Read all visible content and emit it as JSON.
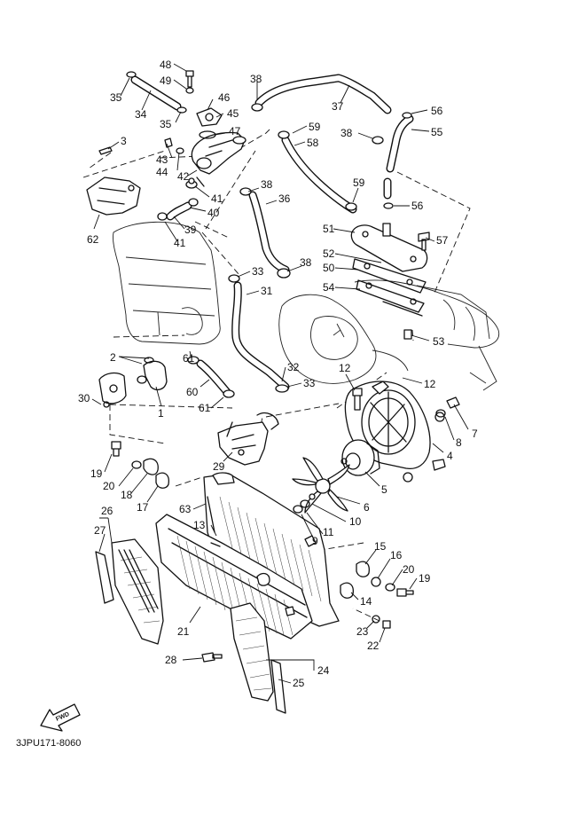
{
  "drawing_code": "3JPU171-8060",
  "fwd_label": "FWD",
  "callouts": [
    {
      "id": "48",
      "label": "48"
    },
    {
      "id": "49",
      "label": "49"
    },
    {
      "id": "35a",
      "label": "35"
    },
    {
      "id": "34",
      "label": "34"
    },
    {
      "id": "35b",
      "label": "35"
    },
    {
      "id": "46",
      "label": "46"
    },
    {
      "id": "45",
      "label": "45"
    },
    {
      "id": "47",
      "label": "47"
    },
    {
      "id": "38a",
      "label": "38"
    },
    {
      "id": "37",
      "label": "37"
    },
    {
      "id": "56a",
      "label": "56"
    },
    {
      "id": "55",
      "label": "55"
    },
    {
      "id": "59a",
      "label": "59"
    },
    {
      "id": "58",
      "label": "58"
    },
    {
      "id": "38b",
      "label": "38"
    },
    {
      "id": "3",
      "label": "3"
    },
    {
      "id": "43",
      "label": "43"
    },
    {
      "id": "44",
      "label": "44"
    },
    {
      "id": "42",
      "label": "42"
    },
    {
      "id": "41a",
      "label": "41"
    },
    {
      "id": "40",
      "label": "40"
    },
    {
      "id": "39",
      "label": "39"
    },
    {
      "id": "41b",
      "label": "41"
    },
    {
      "id": "62",
      "label": "62"
    },
    {
      "id": "38c",
      "label": "38"
    },
    {
      "id": "36",
      "label": "36"
    },
    {
      "id": "59b",
      "label": "59"
    },
    {
      "id": "56b",
      "label": "56"
    },
    {
      "id": "51",
      "label": "51"
    },
    {
      "id": "57",
      "label": "57"
    },
    {
      "id": "52",
      "label": "52"
    },
    {
      "id": "50",
      "label": "50"
    },
    {
      "id": "38d",
      "label": "38"
    },
    {
      "id": "33a",
      "label": "33"
    },
    {
      "id": "31",
      "label": "31"
    },
    {
      "id": "54",
      "label": "54"
    },
    {
      "id": "53",
      "label": "53"
    },
    {
      "id": "2",
      "label": "2"
    },
    {
      "id": "61a",
      "label": "61"
    },
    {
      "id": "32",
      "label": "32"
    },
    {
      "id": "12a",
      "label": "12"
    },
    {
      "id": "12b",
      "label": "12"
    },
    {
      "id": "33b",
      "label": "33"
    },
    {
      "id": "60",
      "label": "60"
    },
    {
      "id": "1",
      "label": "1"
    },
    {
      "id": "30",
      "label": "30"
    },
    {
      "id": "61b",
      "label": "61"
    },
    {
      "id": "7",
      "label": "7"
    },
    {
      "id": "8",
      "label": "8"
    },
    {
      "id": "4",
      "label": "4"
    },
    {
      "id": "19a",
      "label": "19"
    },
    {
      "id": "20a",
      "label": "20"
    },
    {
      "id": "18",
      "label": "18"
    },
    {
      "id": "17",
      "label": "17"
    },
    {
      "id": "29",
      "label": "29"
    },
    {
      "id": "5",
      "label": "5"
    },
    {
      "id": "6",
      "label": "6"
    },
    {
      "id": "63",
      "label": "63"
    },
    {
      "id": "10",
      "label": "10"
    },
    {
      "id": "26",
      "label": "26"
    },
    {
      "id": "13",
      "label": "13"
    },
    {
      "id": "11",
      "label": "11"
    },
    {
      "id": "9",
      "label": "9"
    },
    {
      "id": "27",
      "label": "27"
    },
    {
      "id": "15",
      "label": "15"
    },
    {
      "id": "16",
      "label": "16"
    },
    {
      "id": "20b",
      "label": "20"
    },
    {
      "id": "19b",
      "label": "19"
    },
    {
      "id": "14",
      "label": "14"
    },
    {
      "id": "21",
      "label": "21"
    },
    {
      "id": "23",
      "label": "23"
    },
    {
      "id": "22",
      "label": "22"
    },
    {
      "id": "28",
      "label": "28"
    },
    {
      "id": "24",
      "label": "24"
    },
    {
      "id": "25",
      "label": "25"
    }
  ]
}
